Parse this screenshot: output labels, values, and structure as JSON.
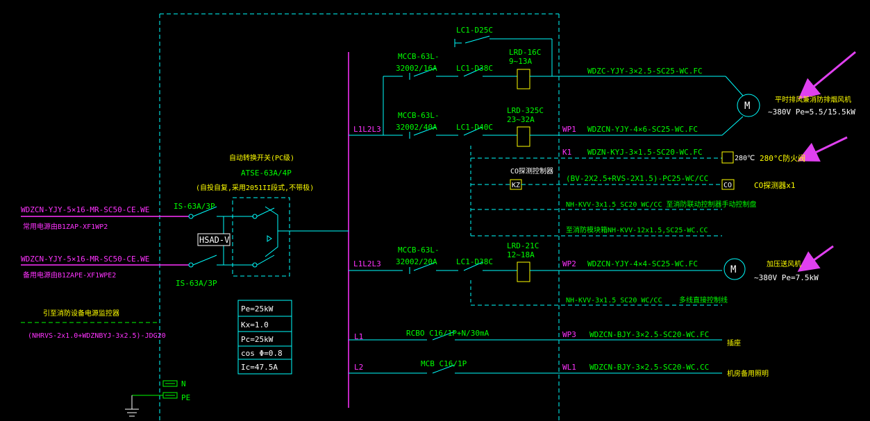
{
  "colors": {
    "cyan": "#00ffff",
    "green": "#00ff00",
    "magenta": "#ff33ff",
    "yellow": "#ffff00",
    "white": "#ffffff",
    "arrow": "#e040f0"
  },
  "incoming": {
    "main_cable": "WDZCN-YJY-5×16-MR-SC50-CE.WE",
    "main_source": "常用电源由B1ZAP-XF1WP2",
    "backup_cable": "WDZCN-YJY-5×16-MR-SC50-CE.WE",
    "backup_source": "备用电源由B1ZAPE-XF1WPE2",
    "fire_signal": "引至消防设备电源监控器",
    "fire_cable": "(NHRVS-2x1.0+WDZNBYJ-3x2.5)-JDG20"
  },
  "ats": {
    "title": "自动转换开关(PC级)",
    "model": "ATSE-63A/4P",
    "note": "(自投自复,采用2051II段式,不带极)",
    "switch_top": "IS-63A/3P",
    "switch_bottom": "IS-63A/3P",
    "hsad": "HSAD-V"
  },
  "calc": {
    "pe": "Pe=25kW",
    "kx": "Kx=1.0",
    "pc": "Pc=25kW",
    "cos": "cos Φ=0.8",
    "ic": "Ic=47.5A"
  },
  "ground": {
    "n": "N",
    "pe": "PE"
  },
  "circuits": {
    "lc1_d25": "LC1-D25C",
    "c1_mccb1": "MCCB-63L-",
    "c1_mccb2": "32002/16A",
    "c1_lc": "LC1-D38C",
    "c1_lrd1": "LRD-16C",
    "c1_lrd2": "9~13A",
    "c1_cable": "WDZC-YJY-3×2.5-SC25-WC.FC",
    "c2_phase": "L1L2L3",
    "c2_mccb1": "MCCB-63L-",
    "c2_mccb2": "32002/40A",
    "c2_lc": "LC1-D40C",
    "c2_lrd1": "LRD-325C",
    "c2_lrd2": "23~32A",
    "c2_id": "WP1",
    "c2_cable": "WDZCN-YJY-4×6-SC25-WC.FC",
    "motor1": "M",
    "motor1_name": "平时排风兼消防排烟风机",
    "motor1_rating": "~380V Pe=5.5/15.5kW",
    "k1_id": "K1",
    "k1_cable": "WDZN-KYJ-3×1.5-SC20-WC.FC",
    "damper_temp": "280℃",
    "damper_name": "280°C防火阀",
    "co_controller": "CO探测控制器",
    "kz": "KZ",
    "co_cable": "(BV-2X2.5+RVS-2X1.5)-PC25-WC/CC",
    "co_box": "CO",
    "co_detector": "CO探测器x1",
    "nh_cable1": "NH-KVV-3x1.5  SC20  WC/CC  至消防联动控制器手动控制盘",
    "nh_cable2": "至消防模块箱NH-KVV-12x1.5,SC25-WC.CC",
    "c3_phase": "L1L2L3",
    "c3_mccb1": "MCCB-63L-",
    "c3_mccb2": "32002/20A",
    "c3_lc": "LC1-D38C",
    "c3_lrd1": "LRD-21C",
    "c3_lrd2": "12~18A",
    "c3_id": "WP2",
    "c3_cable": "WDZCN-YJY-4×4-SC25-WC.FC",
    "motor2": "M",
    "motor2_name": "加压送风机",
    "motor2_rating": "~380V  Pe=7.5kW",
    "nh_cable3": "NH-KVV-3x1.5  SC20  WC/CC",
    "nh_cable3_note": "多线直接控制线",
    "c4_phase": "L1",
    "c4_breaker": "RCBO C16/1P+N/30mA",
    "c4_id": "WP3",
    "c4_cable": "WDZCN-BJY-3×2.5-SC20-WC.FC",
    "c4_load": "插座",
    "c5_phase": "L2",
    "c5_breaker": "MCB C16/1P",
    "c5_id": "WL1",
    "c5_cable": "WDZCN-BJY-3×2.5-SC20-WC.CC",
    "c5_load": "机房备用照明"
  }
}
